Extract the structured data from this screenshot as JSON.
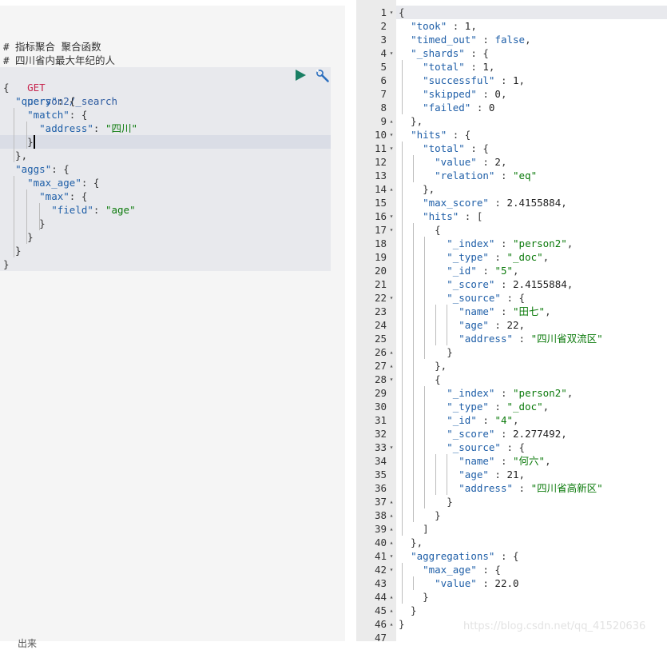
{
  "request": {
    "comment1": "# 指标聚合 聚合函数",
    "comment2": "# 四川省内最大年纪的人",
    "method": "GET",
    "endpoint": "person2/_search",
    "lines": [
      {
        "text": "{",
        "cls": "c-punct"
      },
      {
        "parts": [
          [
            "  ",
            "c-punct"
          ],
          [
            "\"query\"",
            "c-key"
          ],
          [
            ": {",
            "c-punct"
          ]
        ]
      },
      {
        "parts": [
          [
            "    ",
            "c-punct"
          ],
          [
            "\"match\"",
            "c-key"
          ],
          [
            ": {",
            "c-punct"
          ]
        ]
      },
      {
        "parts": [
          [
            "      ",
            "c-punct"
          ],
          [
            "\"address\"",
            "c-key"
          ],
          [
            ": ",
            "c-punct"
          ],
          [
            "\"四川\"",
            "c-str"
          ]
        ]
      },
      {
        "parts": [
          [
            "    }",
            "c-punct"
          ]
        ]
      },
      {
        "parts": [
          [
            "  },",
            "c-punct"
          ]
        ]
      },
      {
        "parts": [
          [
            "  ",
            "c-punct"
          ],
          [
            "\"aggs\"",
            "c-key"
          ],
          [
            ": {",
            "c-punct"
          ]
        ]
      },
      {
        "parts": [
          [
            "    ",
            "c-punct"
          ],
          [
            "\"max_age\"",
            "c-key"
          ],
          [
            ": {",
            "c-punct"
          ]
        ]
      },
      {
        "parts": [
          [
            "      ",
            "c-punct"
          ],
          [
            "\"max\"",
            "c-key"
          ],
          [
            ": {",
            "c-punct"
          ]
        ]
      },
      {
        "parts": [
          [
            "        ",
            "c-punct"
          ],
          [
            "\"field\"",
            "c-key"
          ],
          [
            ": ",
            "c-punct"
          ],
          [
            "\"age\"",
            "c-str"
          ]
        ]
      },
      {
        "parts": [
          [
            "      }",
            "c-punct"
          ]
        ]
      },
      {
        "parts": [
          [
            "    }",
            "c-punct"
          ]
        ]
      },
      {
        "parts": [
          [
            "  }",
            "c-punct"
          ]
        ]
      },
      {
        "parts": [
          [
            "}",
            "c-punct"
          ]
        ]
      }
    ],
    "bottom_label": "出来"
  },
  "response": {
    "lines": [
      {
        "n": "1",
        "fold": "▾",
        "parts": [
          [
            "{",
            "c-punct"
          ]
        ]
      },
      {
        "n": "2",
        "parts": [
          [
            "  ",
            "c-punct"
          ],
          [
            "\"took\"",
            "c-key"
          ],
          [
            " : ",
            "c-punct"
          ],
          [
            "1",
            "c-num"
          ],
          [
            ",",
            "c-punct"
          ]
        ]
      },
      {
        "n": "3",
        "parts": [
          [
            "  ",
            "c-punct"
          ],
          [
            "\"timed_out\"",
            "c-key"
          ],
          [
            " : ",
            "c-punct"
          ],
          [
            "false",
            "c-bool"
          ],
          [
            ",",
            "c-punct"
          ]
        ]
      },
      {
        "n": "4",
        "fold": "▾",
        "parts": [
          [
            "  ",
            "c-punct"
          ],
          [
            "\"_shards\"",
            "c-key"
          ],
          [
            " : {",
            "c-punct"
          ]
        ]
      },
      {
        "n": "5",
        "parts": [
          [
            "    ",
            "c-punct"
          ],
          [
            "\"total\"",
            "c-key"
          ],
          [
            " : ",
            "c-punct"
          ],
          [
            "1",
            "c-num"
          ],
          [
            ",",
            "c-punct"
          ]
        ]
      },
      {
        "n": "6",
        "parts": [
          [
            "    ",
            "c-punct"
          ],
          [
            "\"successful\"",
            "c-key"
          ],
          [
            " : ",
            "c-punct"
          ],
          [
            "1",
            "c-num"
          ],
          [
            ",",
            "c-punct"
          ]
        ]
      },
      {
        "n": "7",
        "parts": [
          [
            "    ",
            "c-punct"
          ],
          [
            "\"skipped\"",
            "c-key"
          ],
          [
            " : ",
            "c-punct"
          ],
          [
            "0",
            "c-num"
          ],
          [
            ",",
            "c-punct"
          ]
        ]
      },
      {
        "n": "8",
        "parts": [
          [
            "    ",
            "c-punct"
          ],
          [
            "\"failed\"",
            "c-key"
          ],
          [
            " : ",
            "c-punct"
          ],
          [
            "0",
            "c-num"
          ]
        ]
      },
      {
        "n": "9",
        "fold": "▴",
        "parts": [
          [
            "  },",
            "c-punct"
          ]
        ]
      },
      {
        "n": "10",
        "fold": "▾",
        "parts": [
          [
            "  ",
            "c-punct"
          ],
          [
            "\"hits\"",
            "c-key"
          ],
          [
            " : {",
            "c-punct"
          ]
        ]
      },
      {
        "n": "11",
        "fold": "▾",
        "parts": [
          [
            "    ",
            "c-punct"
          ],
          [
            "\"total\"",
            "c-key"
          ],
          [
            " : {",
            "c-punct"
          ]
        ]
      },
      {
        "n": "12",
        "parts": [
          [
            "      ",
            "c-punct"
          ],
          [
            "\"value\"",
            "c-key"
          ],
          [
            " : ",
            "c-punct"
          ],
          [
            "2",
            "c-num"
          ],
          [
            ",",
            "c-punct"
          ]
        ]
      },
      {
        "n": "13",
        "parts": [
          [
            "      ",
            "c-punct"
          ],
          [
            "\"relation\"",
            "c-key"
          ],
          [
            " : ",
            "c-punct"
          ],
          [
            "\"eq\"",
            "c-str"
          ]
        ]
      },
      {
        "n": "14",
        "fold": "▴",
        "parts": [
          [
            "    },",
            "c-punct"
          ]
        ]
      },
      {
        "n": "15",
        "parts": [
          [
            "    ",
            "c-punct"
          ],
          [
            "\"max_score\"",
            "c-key"
          ],
          [
            " : ",
            "c-punct"
          ],
          [
            "2.4155884",
            "c-num"
          ],
          [
            ",",
            "c-punct"
          ]
        ]
      },
      {
        "n": "16",
        "fold": "▾",
        "parts": [
          [
            "    ",
            "c-punct"
          ],
          [
            "\"hits\"",
            "c-key"
          ],
          [
            " : [",
            "c-punct"
          ]
        ]
      },
      {
        "n": "17",
        "fold": "▾",
        "parts": [
          [
            "      {",
            "c-punct"
          ]
        ]
      },
      {
        "n": "18",
        "parts": [
          [
            "        ",
            "c-punct"
          ],
          [
            "\"_index\"",
            "c-key"
          ],
          [
            " : ",
            "c-punct"
          ],
          [
            "\"person2\"",
            "c-str"
          ],
          [
            ",",
            "c-punct"
          ]
        ]
      },
      {
        "n": "19",
        "parts": [
          [
            "        ",
            "c-punct"
          ],
          [
            "\"_type\"",
            "c-key"
          ],
          [
            " : ",
            "c-punct"
          ],
          [
            "\"_doc\"",
            "c-str"
          ],
          [
            ",",
            "c-punct"
          ]
        ]
      },
      {
        "n": "20",
        "parts": [
          [
            "        ",
            "c-punct"
          ],
          [
            "\"_id\"",
            "c-key"
          ],
          [
            " : ",
            "c-punct"
          ],
          [
            "\"5\"",
            "c-str"
          ],
          [
            ",",
            "c-punct"
          ]
        ]
      },
      {
        "n": "21",
        "parts": [
          [
            "        ",
            "c-punct"
          ],
          [
            "\"_score\"",
            "c-key"
          ],
          [
            " : ",
            "c-punct"
          ],
          [
            "2.4155884",
            "c-num"
          ],
          [
            ",",
            "c-punct"
          ]
        ]
      },
      {
        "n": "22",
        "fold": "▾",
        "parts": [
          [
            "        ",
            "c-punct"
          ],
          [
            "\"_source\"",
            "c-key"
          ],
          [
            " : {",
            "c-punct"
          ]
        ]
      },
      {
        "n": "23",
        "parts": [
          [
            "          ",
            "c-punct"
          ],
          [
            "\"name\"",
            "c-key"
          ],
          [
            " : ",
            "c-punct"
          ],
          [
            "\"田七\"",
            "c-str"
          ],
          [
            ",",
            "c-punct"
          ]
        ]
      },
      {
        "n": "24",
        "parts": [
          [
            "          ",
            "c-punct"
          ],
          [
            "\"age\"",
            "c-key"
          ],
          [
            " : ",
            "c-punct"
          ],
          [
            "22",
            "c-num"
          ],
          [
            ",",
            "c-punct"
          ]
        ]
      },
      {
        "n": "25",
        "parts": [
          [
            "          ",
            "c-punct"
          ],
          [
            "\"address\"",
            "c-key"
          ],
          [
            " : ",
            "c-punct"
          ],
          [
            "\"四川省双流区\"",
            "c-str"
          ]
        ]
      },
      {
        "n": "26",
        "fold": "▴",
        "parts": [
          [
            "        }",
            "c-punct"
          ]
        ]
      },
      {
        "n": "27",
        "fold": "▴",
        "parts": [
          [
            "      },",
            "c-punct"
          ]
        ]
      },
      {
        "n": "28",
        "fold": "▾",
        "parts": [
          [
            "      {",
            "c-punct"
          ]
        ]
      },
      {
        "n": "29",
        "parts": [
          [
            "        ",
            "c-punct"
          ],
          [
            "\"_index\"",
            "c-key"
          ],
          [
            " : ",
            "c-punct"
          ],
          [
            "\"person2\"",
            "c-str"
          ],
          [
            ",",
            "c-punct"
          ]
        ]
      },
      {
        "n": "30",
        "parts": [
          [
            "        ",
            "c-punct"
          ],
          [
            "\"_type\"",
            "c-key"
          ],
          [
            " : ",
            "c-punct"
          ],
          [
            "\"_doc\"",
            "c-str"
          ],
          [
            ",",
            "c-punct"
          ]
        ]
      },
      {
        "n": "31",
        "parts": [
          [
            "        ",
            "c-punct"
          ],
          [
            "\"_id\"",
            "c-key"
          ],
          [
            " : ",
            "c-punct"
          ],
          [
            "\"4\"",
            "c-str"
          ],
          [
            ",",
            "c-punct"
          ]
        ]
      },
      {
        "n": "32",
        "parts": [
          [
            "        ",
            "c-punct"
          ],
          [
            "\"_score\"",
            "c-key"
          ],
          [
            " : ",
            "c-punct"
          ],
          [
            "2.277492",
            "c-num"
          ],
          [
            ",",
            "c-punct"
          ]
        ]
      },
      {
        "n": "33",
        "fold": "▾",
        "parts": [
          [
            "        ",
            "c-punct"
          ],
          [
            "\"_source\"",
            "c-key"
          ],
          [
            " : {",
            "c-punct"
          ]
        ]
      },
      {
        "n": "34",
        "parts": [
          [
            "          ",
            "c-punct"
          ],
          [
            "\"name\"",
            "c-key"
          ],
          [
            " : ",
            "c-punct"
          ],
          [
            "\"何六\"",
            "c-str"
          ],
          [
            ",",
            "c-punct"
          ]
        ]
      },
      {
        "n": "35",
        "parts": [
          [
            "          ",
            "c-punct"
          ],
          [
            "\"age\"",
            "c-key"
          ],
          [
            " : ",
            "c-punct"
          ],
          [
            "21",
            "c-num"
          ],
          [
            ",",
            "c-punct"
          ]
        ]
      },
      {
        "n": "36",
        "parts": [
          [
            "          ",
            "c-punct"
          ],
          [
            "\"address\"",
            "c-key"
          ],
          [
            " : ",
            "c-punct"
          ],
          [
            "\"四川省高新区\"",
            "c-str"
          ]
        ]
      },
      {
        "n": "37",
        "fold": "▴",
        "parts": [
          [
            "        }",
            "c-punct"
          ]
        ]
      },
      {
        "n": "38",
        "fold": "▴",
        "parts": [
          [
            "      }",
            "c-punct"
          ]
        ]
      },
      {
        "n": "39",
        "fold": "▴",
        "parts": [
          [
            "    ]",
            "c-punct"
          ]
        ]
      },
      {
        "n": "40",
        "fold": "▴",
        "parts": [
          [
            "  },",
            "c-punct"
          ]
        ]
      },
      {
        "n": "41",
        "fold": "▾",
        "parts": [
          [
            "  ",
            "c-punct"
          ],
          [
            "\"aggregations\"",
            "c-key"
          ],
          [
            " : {",
            "c-punct"
          ]
        ]
      },
      {
        "n": "42",
        "fold": "▾",
        "parts": [
          [
            "    ",
            "c-punct"
          ],
          [
            "\"max_age\"",
            "c-key"
          ],
          [
            " : {",
            "c-punct"
          ]
        ]
      },
      {
        "n": "43",
        "parts": [
          [
            "      ",
            "c-punct"
          ],
          [
            "\"value\"",
            "c-key"
          ],
          [
            " : ",
            "c-punct"
          ],
          [
            "22.0",
            "c-num"
          ]
        ]
      },
      {
        "n": "44",
        "fold": "▴",
        "parts": [
          [
            "    }",
            "c-punct"
          ]
        ]
      },
      {
        "n": "45",
        "fold": "▴",
        "parts": [
          [
            "  }",
            "c-punct"
          ]
        ]
      },
      {
        "n": "46",
        "fold": "▴",
        "parts": [
          [
            "}",
            "c-punct"
          ]
        ]
      },
      {
        "n": "47",
        "parts": []
      }
    ]
  },
  "watermark": "https://blog.csdn.net/qq_41520636",
  "icons": {
    "run": "play-icon",
    "settings": "wrench-icon"
  },
  "colors": {
    "run_accent": "#1a7f64",
    "wrench_accent": "#2c6fbf"
  }
}
